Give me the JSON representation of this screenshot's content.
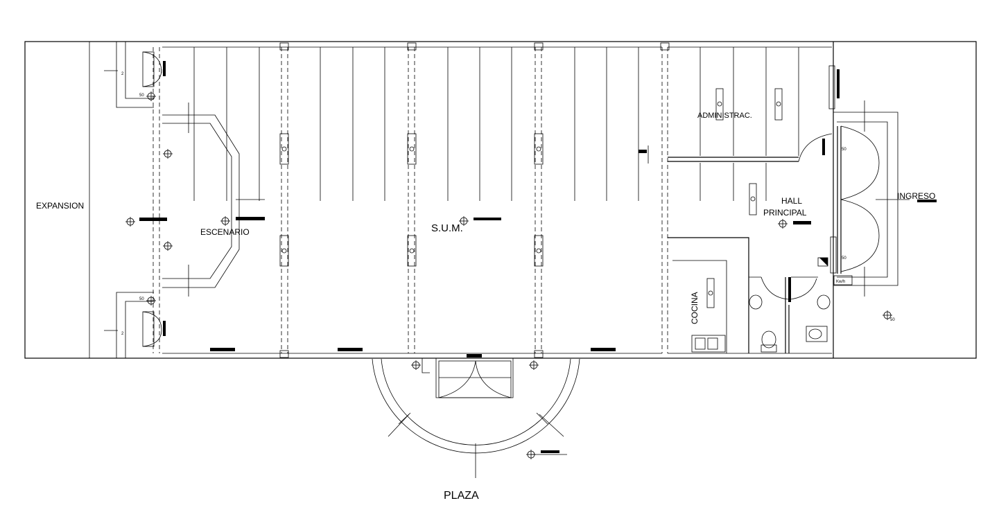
{
  "rooms": {
    "expansion": "EXPANSION",
    "escenario": "ESCENARIO",
    "sum": "S.U.M.",
    "administrac": "ADMINISTRAC.",
    "hall_line1": "HALL",
    "hall_line2": "PRINCIPAL",
    "ingreso": "INGRESO",
    "cocina": "COCINA",
    "plaza": "PLAZA"
  },
  "annotations": {
    "dim_50": "50",
    "dim_2": "2",
    "kwh": "Kw/h"
  },
  "colors": {
    "line": "#000000",
    "background": "#ffffff"
  }
}
